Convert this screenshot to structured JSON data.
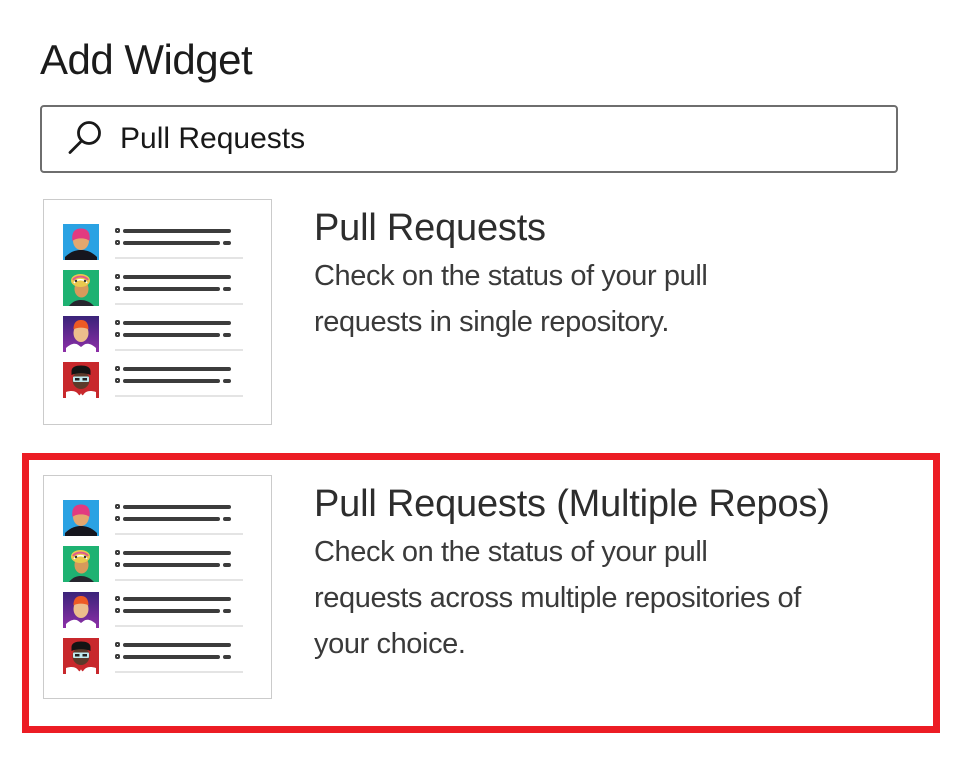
{
  "header": {
    "title": "Add Widget"
  },
  "search": {
    "value": "Pull Requests",
    "icon": "search"
  },
  "widgets": [
    {
      "title": "Pull Requests",
      "description": "Check on the status of your pull\nrequests in single repository.",
      "selected": false
    },
    {
      "title": "Pull Requests (Multiple Repos)",
      "description": "Check on the status of your pull\nrequests across multiple repositories of\nyour choice.",
      "selected": true
    }
  ],
  "highlight": {
    "color": "#EC1C24"
  },
  "preview": {
    "border_color": "#CBCBCB",
    "bar_color": "#3C3C3C",
    "separator_color": "#E4E4E4",
    "avatars": [
      {
        "name": "person-pink-beanie",
        "bg": "#2AA2E3",
        "hat": "#E23A80",
        "skin": "#E3A76F",
        "body": "#16161E"
      },
      {
        "name": "person-turban",
        "bg": "#1EB272",
        "hat": "#E9C94E",
        "skin": "#D79A5B",
        "body": "#26262E",
        "accent": "#E05A8C"
      },
      {
        "name": "person-orange-cap",
        "bg": "#3A2379",
        "bg2": "#8D2FA8",
        "hat": "#EE5A24",
        "skin": "#EDBE8C",
        "body": "#FFFFFF"
      },
      {
        "name": "person-black-hat",
        "bg": "#C8282C",
        "hat": "#141414",
        "skin": "#5C3A2A",
        "body": "#FFFFFF",
        "accent": "#BFE9EE"
      }
    ]
  }
}
